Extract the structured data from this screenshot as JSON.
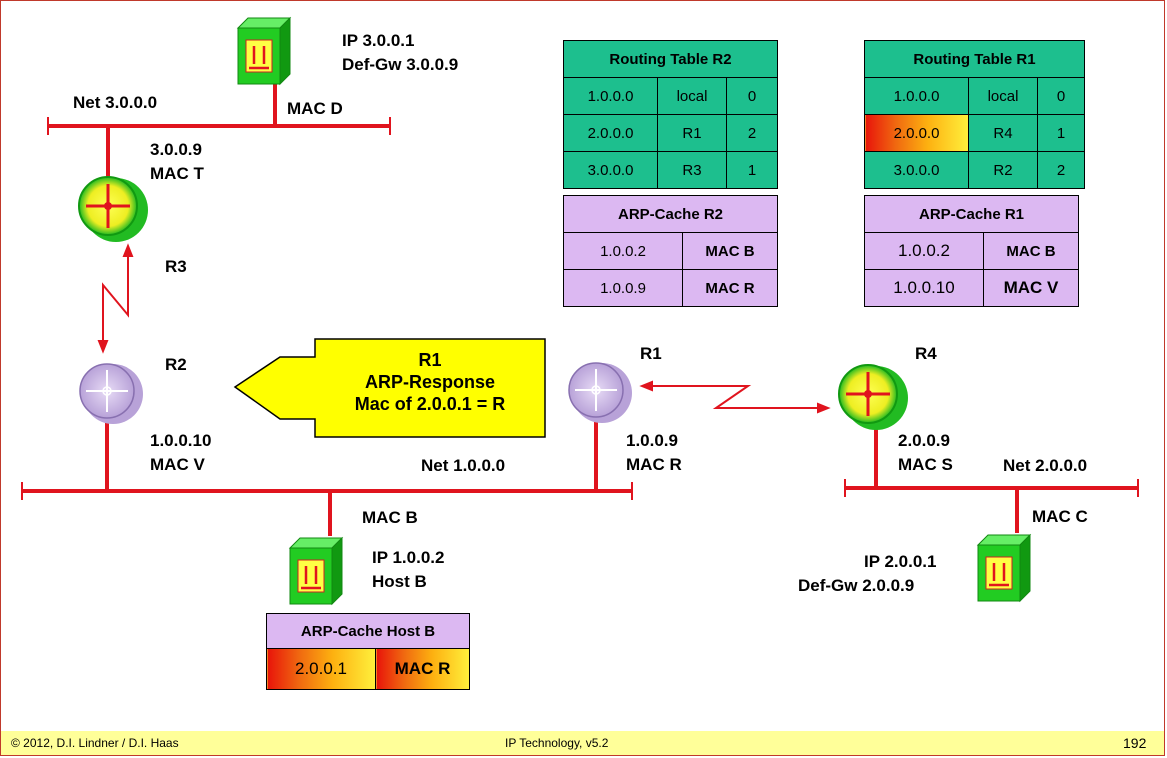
{
  "net3": {
    "label": "Net 3.0.0.0"
  },
  "net1": {
    "label": "Net 1.0.0.0"
  },
  "net2": {
    "label": "Net 2.0.0.0"
  },
  "hostD": {
    "ip": "IP 3.0.0.1",
    "gw": "Def-Gw  3.0.0.9",
    "mac": "MAC D"
  },
  "hostB": {
    "ip": "IP 1.0.0.2",
    "name": "Host B",
    "mac": "MAC B"
  },
  "hostC": {
    "ip": "IP 2.0.0.1",
    "gw": "Def-Gw  2.0.0.9",
    "mac": "MAC C"
  },
  "r3": {
    "name": "R3",
    "ip": "3.0.0.9",
    "mac": "MAC T"
  },
  "r2": {
    "name": "R2",
    "ip": "1.0.0.10",
    "mac": "MAC V"
  },
  "r1": {
    "name": "R1",
    "ip": "1.0.0.9",
    "mac": "MAC R"
  },
  "r4": {
    "name": "R4",
    "ip": "2.0.0.9",
    "mac": "MAC S"
  },
  "callout": {
    "line1": "R1",
    "line2": "ARP-Response",
    "line3": "Mac of 2.0.0.1 = R"
  },
  "routing_r2": {
    "title": "Routing Table R2",
    "rows": [
      [
        "1.0.0.0",
        "local",
        "0"
      ],
      [
        "2.0.0.0",
        "R1",
        "2"
      ],
      [
        "3.0.0.0",
        "R3",
        "1"
      ]
    ]
  },
  "arp_r2": {
    "title": "ARP-Cache R2",
    "rows": [
      [
        "1.0.0.2",
        "MAC B"
      ],
      [
        "1.0.0.9",
        "MAC R"
      ]
    ]
  },
  "routing_r1": {
    "title": "Routing Table R1",
    "rows": [
      [
        "1.0.0.0",
        "local",
        "0"
      ],
      [
        "2.0.0.0",
        "R4",
        "1"
      ],
      [
        "3.0.0.0",
        "R2",
        "2"
      ]
    ]
  },
  "arp_r1": {
    "title": "ARP-Cache R1",
    "rows": [
      [
        "1.0.0.2",
        "MAC B"
      ],
      [
        "1.0.0.10",
        "MAC V"
      ]
    ]
  },
  "arp_hostb": {
    "title": "ARP-Cache Host B",
    "rows": [
      [
        "2.0.0.1",
        "MAC R"
      ]
    ]
  },
  "footer": {
    "left": "© 2012, D.I. Lindner / D.I. Haas",
    "center": "IP Technology, v5.2",
    "page": "192"
  },
  "colors": {
    "link": "#e0141e",
    "routing_table": "#1dbf8e",
    "arp_cache": "#dcb8f2",
    "callout": "#ffff00",
    "host_box": "#22cc22",
    "footer": "#ffff99"
  }
}
